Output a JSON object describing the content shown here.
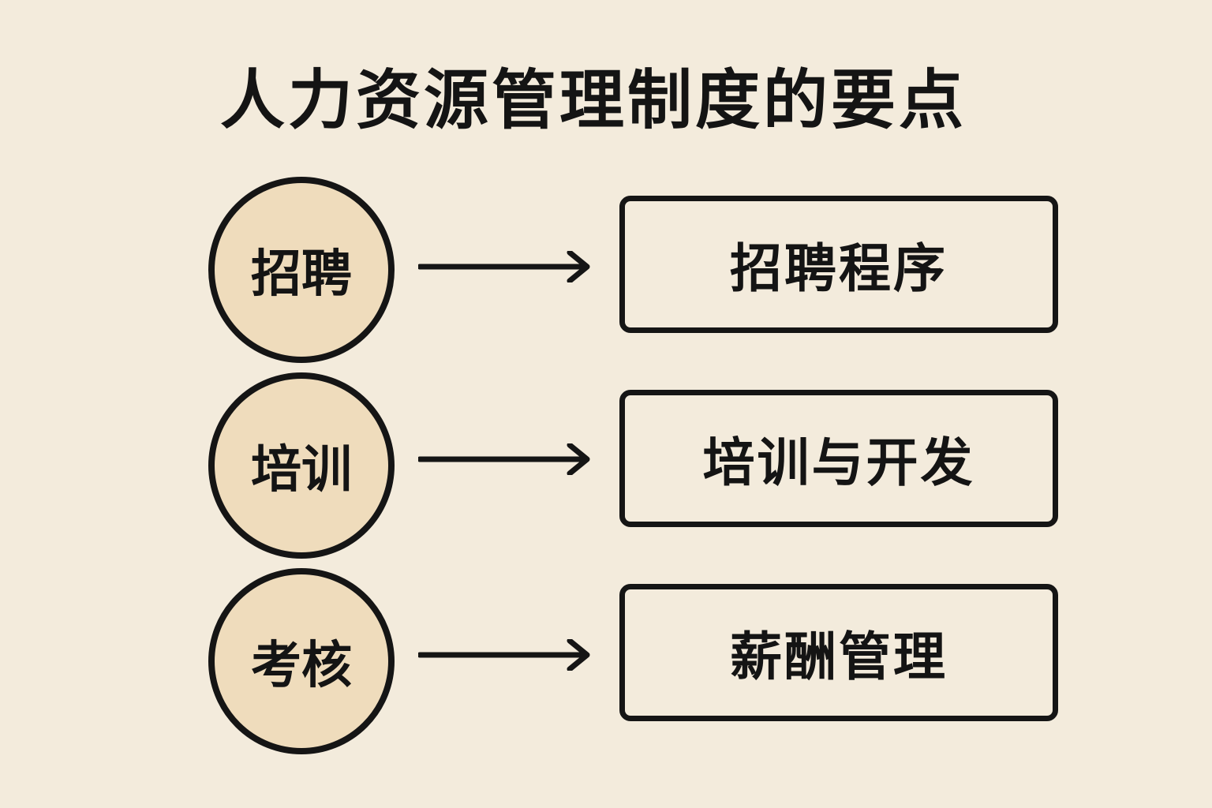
{
  "title": "人力资源管理制度的要点",
  "rows": [
    {
      "circle": "招聘",
      "box": "招聘程序"
    },
    {
      "circle": "培训",
      "box": "培训与开发"
    },
    {
      "circle": "考核",
      "box": "薪酬管理"
    }
  ]
}
